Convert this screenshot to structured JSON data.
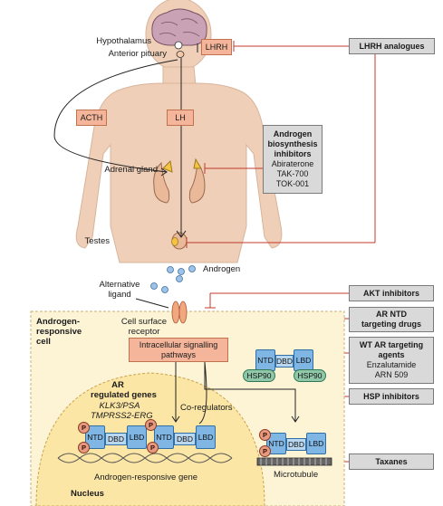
{
  "labels": {
    "hypothalamus": "Hypothalamus",
    "anterior_pituitary": "Anterior pituary",
    "adrenal_gland": "Adrenal gland",
    "testes": "Testes",
    "androgen": "Androgen",
    "alternative_ligand": [
      "Alternative",
      "ligand"
    ],
    "cell_surface_receptor": [
      "Cell surface",
      "receptor"
    ],
    "androgen_responsive_cell": [
      "Androgen-",
      "responsive",
      "cell"
    ],
    "ar_regulated_genes": [
      "AR",
      "regulated genes"
    ],
    "genes": [
      "KLK3/PSA",
      "TMPRSS2-ERG"
    ],
    "co_regulators": "Co-regulators",
    "androgen_responsive_gene": "Androgen-responsive gene",
    "microtubule": "Microtubule",
    "nucleus": "Nucleus"
  },
  "hormone_boxes": {
    "lhrh": "LHRH",
    "acth": "ACTH",
    "lh": "LH"
  },
  "signalling_box": [
    "Intracellular signalling",
    "pathways"
  ],
  "drug_boxes": {
    "lhrh_analogues": "LHRH analogues",
    "androgen_biosynthesis": [
      "Androgen",
      "biosynthesis",
      "inhibitors",
      "Abiraterone",
      "TAK-700",
      "TOK-001"
    ],
    "akt_inhibitors": "AKT inhibitors",
    "ar_ntd_drugs": [
      "AR NTD",
      "targeting drugs"
    ],
    "wt_ar_agents": [
      "WT AR targeting",
      "agents",
      "Enzalutamide",
      "ARN 509"
    ],
    "hsp_inhibitors": "HSP inhibitors",
    "taxanes": "Taxanes"
  },
  "domains": {
    "ntd": "NTD",
    "dbd": "DBD",
    "lbd": "LBD",
    "hsp90": "HSP90",
    "phospho": "P"
  },
  "colors": {
    "cell_fill": "#fdf4d6",
    "nucleus_fill": "#fbe6a6",
    "body_fill": "#f0cfb8",
    "grey_box": "#d9d9d9",
    "orange_box": "#f5b59a",
    "inhibit_line": "#c0392b",
    "domain_blue": "#7fb6e3",
    "hsp_green": "#8fc7a8"
  }
}
